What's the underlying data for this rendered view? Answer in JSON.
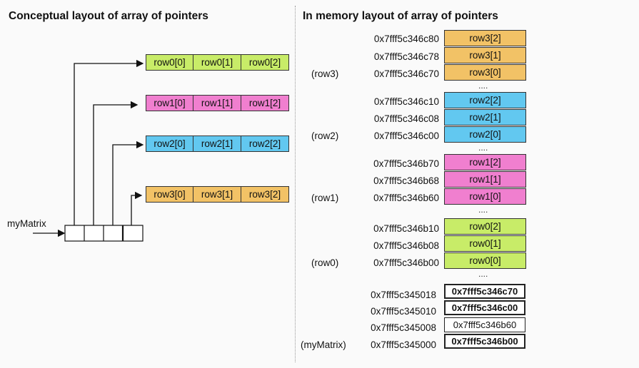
{
  "titles": {
    "conceptual": "Conceptual layout of array of pointers",
    "memory": "In memory layout of array of pointers"
  },
  "colors": {
    "row0": "#c8ec68",
    "row1": "#f07fcf",
    "row2": "#62c8f0",
    "row3": "#f2c266",
    "ptr_bg": "#ffffff"
  },
  "conceptual": {
    "label": "myMatrix",
    "rows": [
      {
        "cells": [
          "row0[0]",
          "row0[1]",
          "row0[2]"
        ]
      },
      {
        "cells": [
          "row1[0]",
          "row1[1]",
          "row1[2]"
        ]
      },
      {
        "cells": [
          "row2[0]",
          "row2[1]",
          "row2[2]"
        ]
      },
      {
        "cells": [
          "row3[0]",
          "row3[1]",
          "row3[2]"
        ]
      }
    ]
  },
  "memory": {
    "ellipsis": "....",
    "groups": [
      {
        "label": "(row3)",
        "entries": [
          {
            "addr": "0x7fff5c346c80",
            "cell": "row3[2]"
          },
          {
            "addr": "0x7fff5c346c78",
            "cell": "row3[1]"
          },
          {
            "addr": "0x7fff5c346c70",
            "cell": "row3[0]"
          }
        ]
      },
      {
        "label": "(row2)",
        "entries": [
          {
            "addr": "0x7fff5c346c10",
            "cell": "row2[2]"
          },
          {
            "addr": "0x7fff5c346c08",
            "cell": "row2[1]"
          },
          {
            "addr": "0x7fff5c346c00",
            "cell": "row2[0]"
          }
        ]
      },
      {
        "label": "(row1)",
        "entries": [
          {
            "addr": "0x7fff5c346b70",
            "cell": "row1[2]"
          },
          {
            "addr": "0x7fff5c346b68",
            "cell": "row1[1]"
          },
          {
            "addr": "0x7fff5c346b60",
            "cell": "row1[0]"
          }
        ]
      },
      {
        "label": "(row0)",
        "entries": [
          {
            "addr": "0x7fff5c346b10",
            "cell": "row0[2]"
          },
          {
            "addr": "0x7fff5c346b08",
            "cell": "row0[1]"
          },
          {
            "addr": "0x7fff5c346b00",
            "cell": "row0[0]"
          }
        ]
      }
    ],
    "pointers_label": "(myMatrix)",
    "pointers": [
      {
        "addr": "0x7fff5c345018",
        "value": "0x7fff5c346c70"
      },
      {
        "addr": "0x7fff5c345010",
        "value": "0x7fff5c346c00"
      },
      {
        "addr": "0x7fff5c345008",
        "value": "0x7fff5c346b60"
      },
      {
        "addr": "0x7fff5c345000",
        "value": "0x7fff5c346b00"
      }
    ]
  }
}
